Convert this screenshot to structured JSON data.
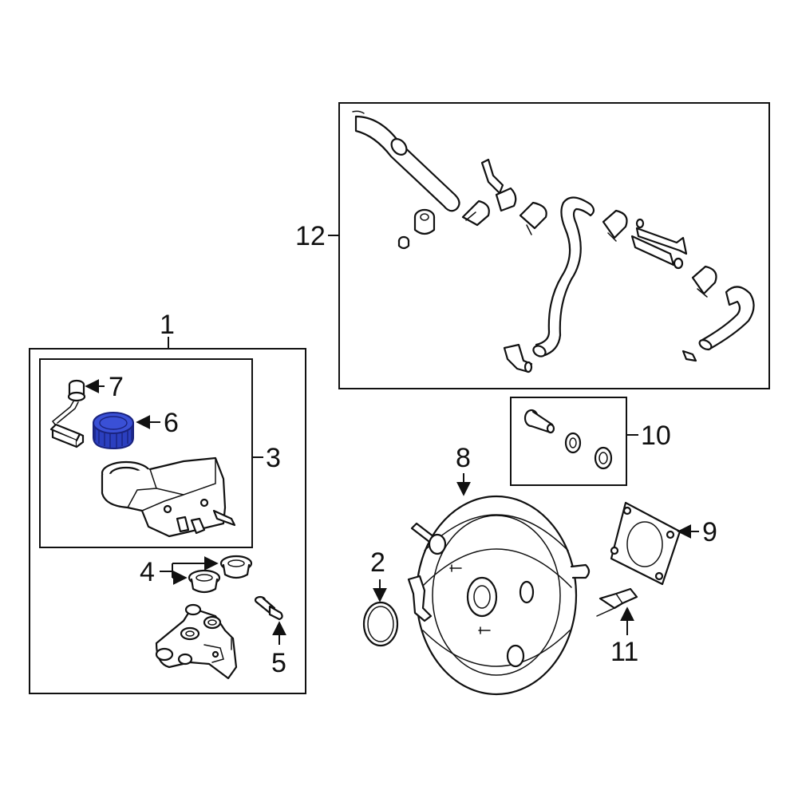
{
  "callouts": {
    "c1": "1",
    "c2": "2",
    "c3": "3",
    "c4": "4",
    "c5": "5",
    "c6": "6",
    "c7": "7",
    "c8": "8",
    "c9": "9",
    "c10": "10",
    "c11": "11",
    "c12": "12"
  },
  "colors": {
    "highlight": "#2b3fbf",
    "highlight_dark": "#1a237e",
    "line": "#111111"
  },
  "highlighted_part": "6"
}
